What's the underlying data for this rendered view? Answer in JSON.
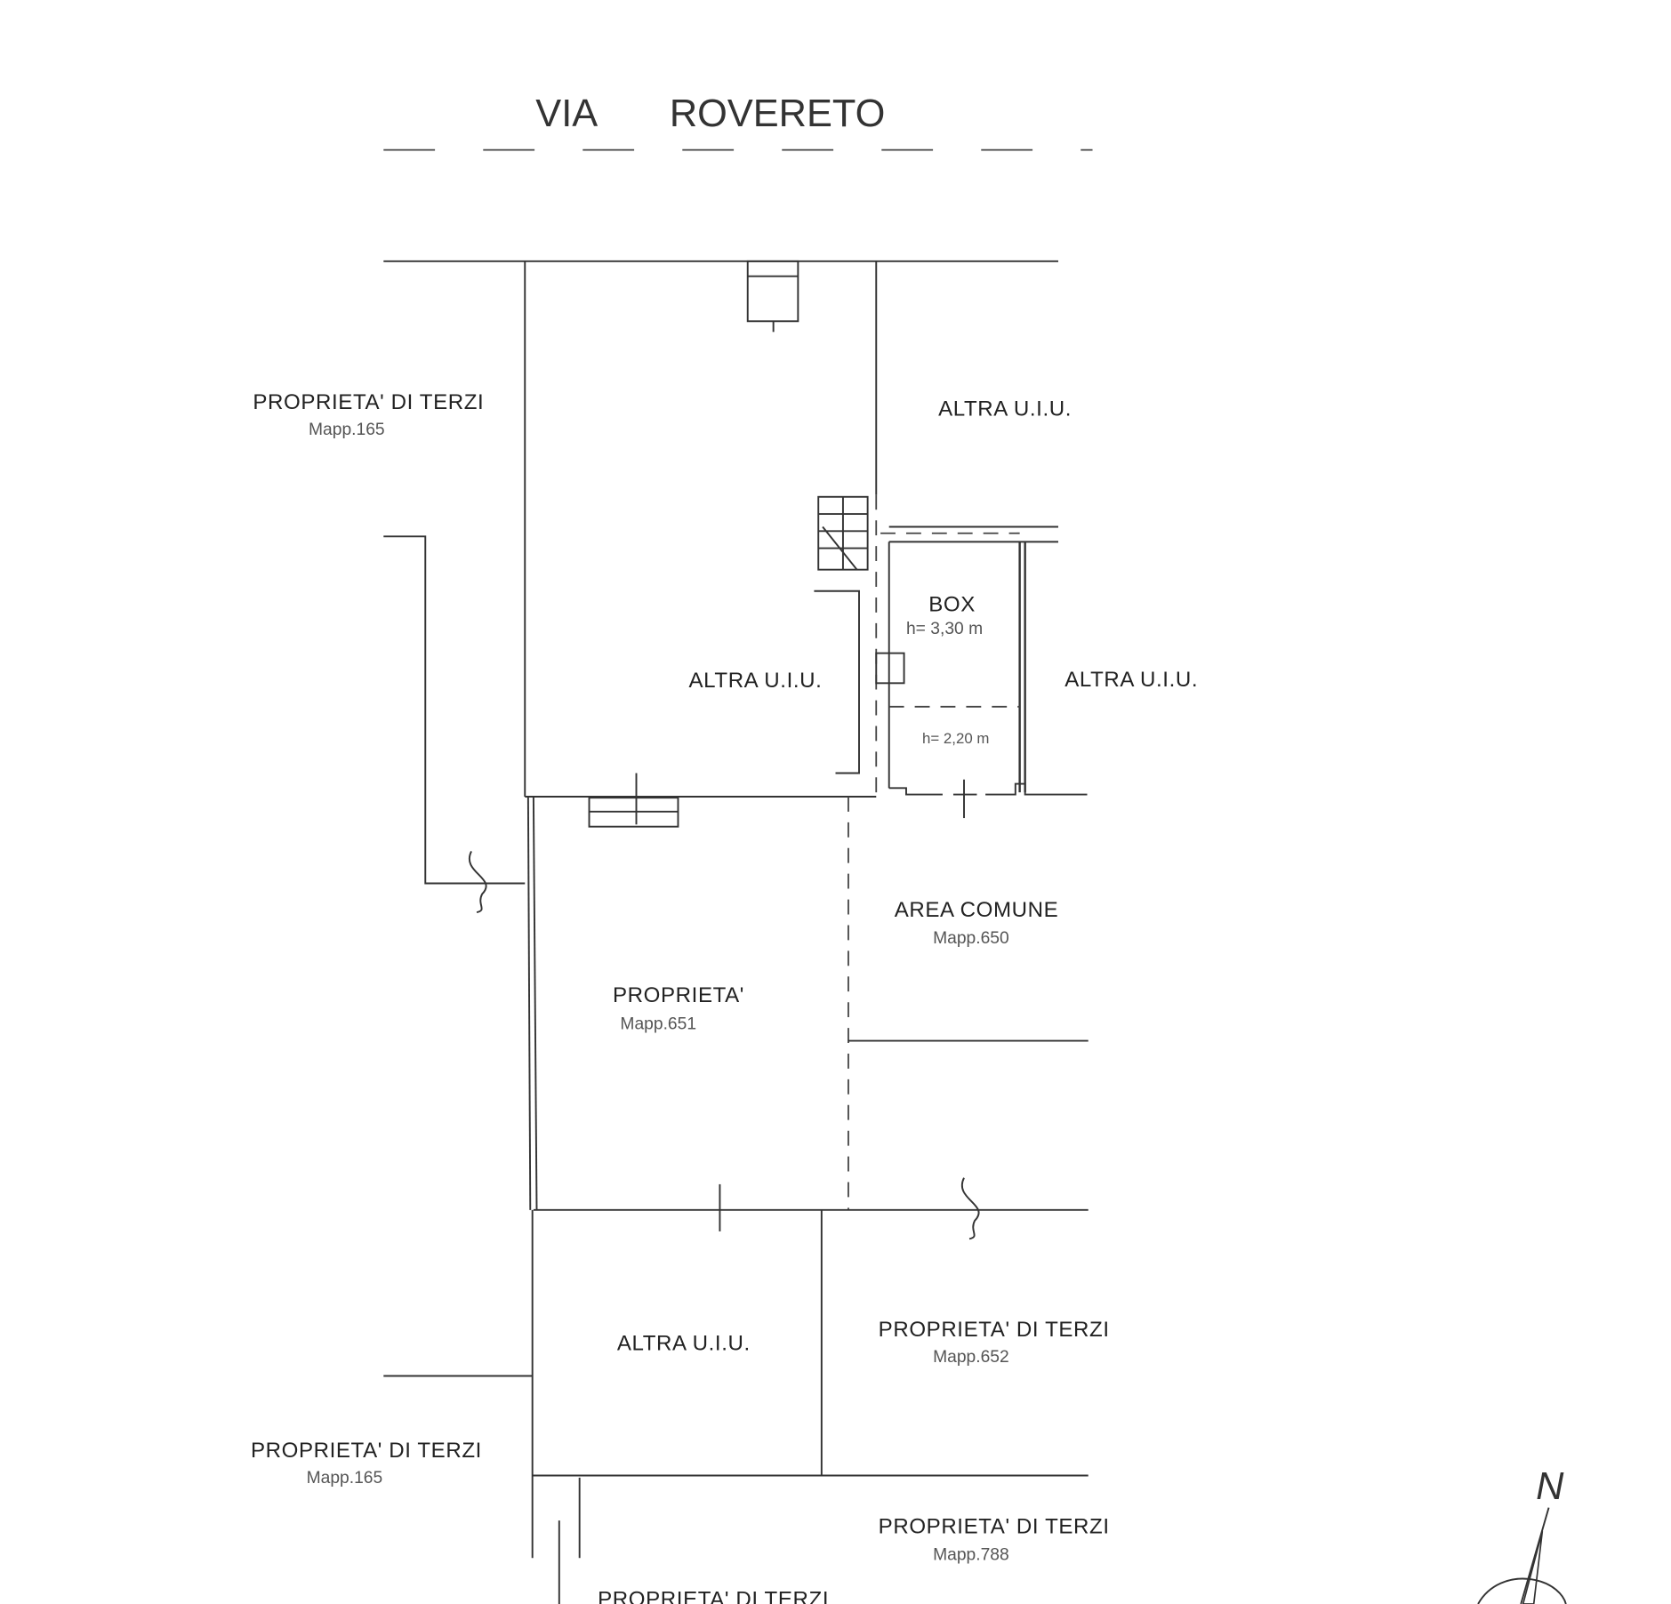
{
  "street": {
    "word1": "VIA",
    "word2": "ROVERETO"
  },
  "labels": {
    "terzi_top": {
      "name": "PROPRIETA' DI TERZI",
      "mapp": "Mapp.165"
    },
    "altra_top": "ALTRA U.I.U.",
    "altra_mid_left": "ALTRA U.I.U.",
    "altra_mid_right": "ALTRA U.I.U.",
    "box": {
      "name": "BOX",
      "h_high": "h= 3,30 m",
      "h_low": "h= 2,20 m"
    },
    "area_comune": {
      "name": "AREA COMUNE",
      "mapp": "Mapp.650"
    },
    "proprieta": {
      "name": "PROPRIETA'",
      "mapp": "Mapp.651"
    },
    "altra_bottom": "ALTRA U.I.U.",
    "terzi_652": {
      "name": "PROPRIETA' DI TERZI",
      "mapp": "Mapp.652"
    },
    "terzi_bottom_left": {
      "name": "PROPRIETA' DI TERZI",
      "mapp": "Mapp.165"
    },
    "terzi_788": {
      "name": "PROPRIETA' DI TERZI",
      "mapp": "Mapp.788"
    },
    "terzi_last": {
      "name": "PROPRIETA' DI TERZI"
    }
  },
  "north_arrow": {
    "label": "N"
  }
}
